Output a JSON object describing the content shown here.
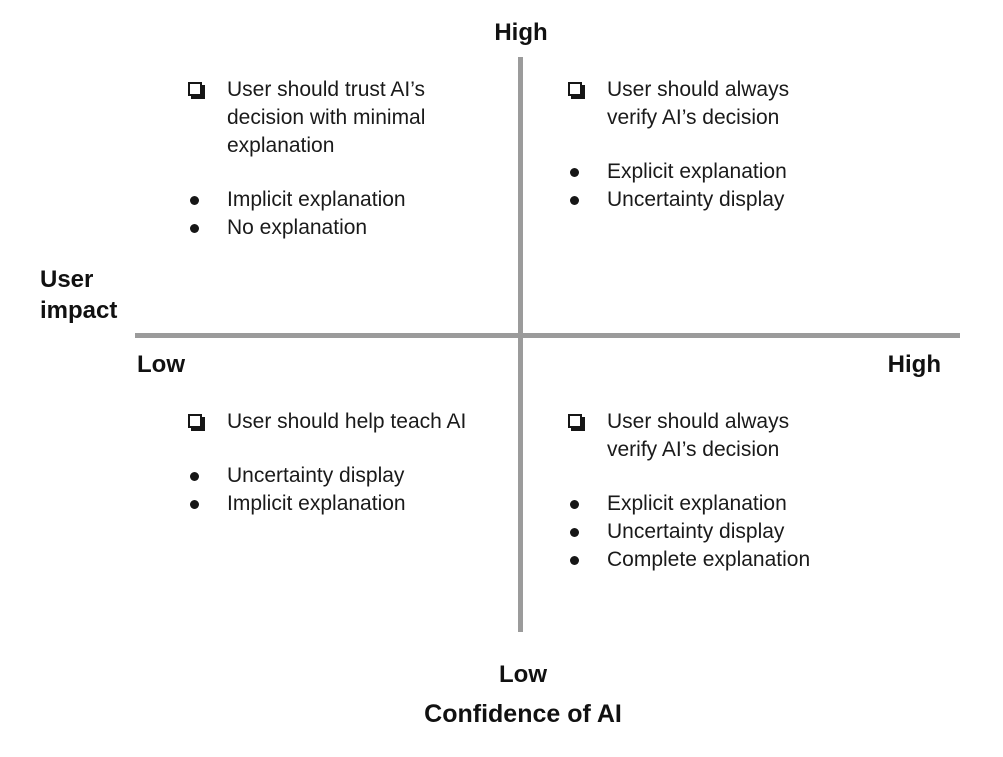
{
  "axes": {
    "vertical_top_label": "High",
    "vertical_bottom_label": "Low",
    "horizontal_left_label": "Low",
    "horizontal_right_label": "High",
    "left_axis_title": "User impact",
    "bottom_axis_title": "Confidence of AI",
    "line_color": "#9b9b9b"
  },
  "icons": {
    "heading_bullet": "square-drop-shadow-bullet",
    "list_bullet": "circle-bullet"
  },
  "quadrants": {
    "top_left": {
      "heading": "User should trust AI’s decision with minimal explanation",
      "items": [
        "Implicit explanation",
        "No explanation"
      ]
    },
    "top_right": {
      "heading": "User should always verify AI’s decision",
      "items": [
        "Explicit explanation",
        "Uncertainty display"
      ]
    },
    "bottom_left": {
      "heading": "User should help teach AI",
      "items": [
        "Uncertainty display",
        "Implicit explanation"
      ]
    },
    "bottom_right": {
      "heading": "User should always verify AI’s decision",
      "items": [
        "Explicit explanation",
        "Uncertainty display",
        "Complete explanation"
      ]
    }
  }
}
